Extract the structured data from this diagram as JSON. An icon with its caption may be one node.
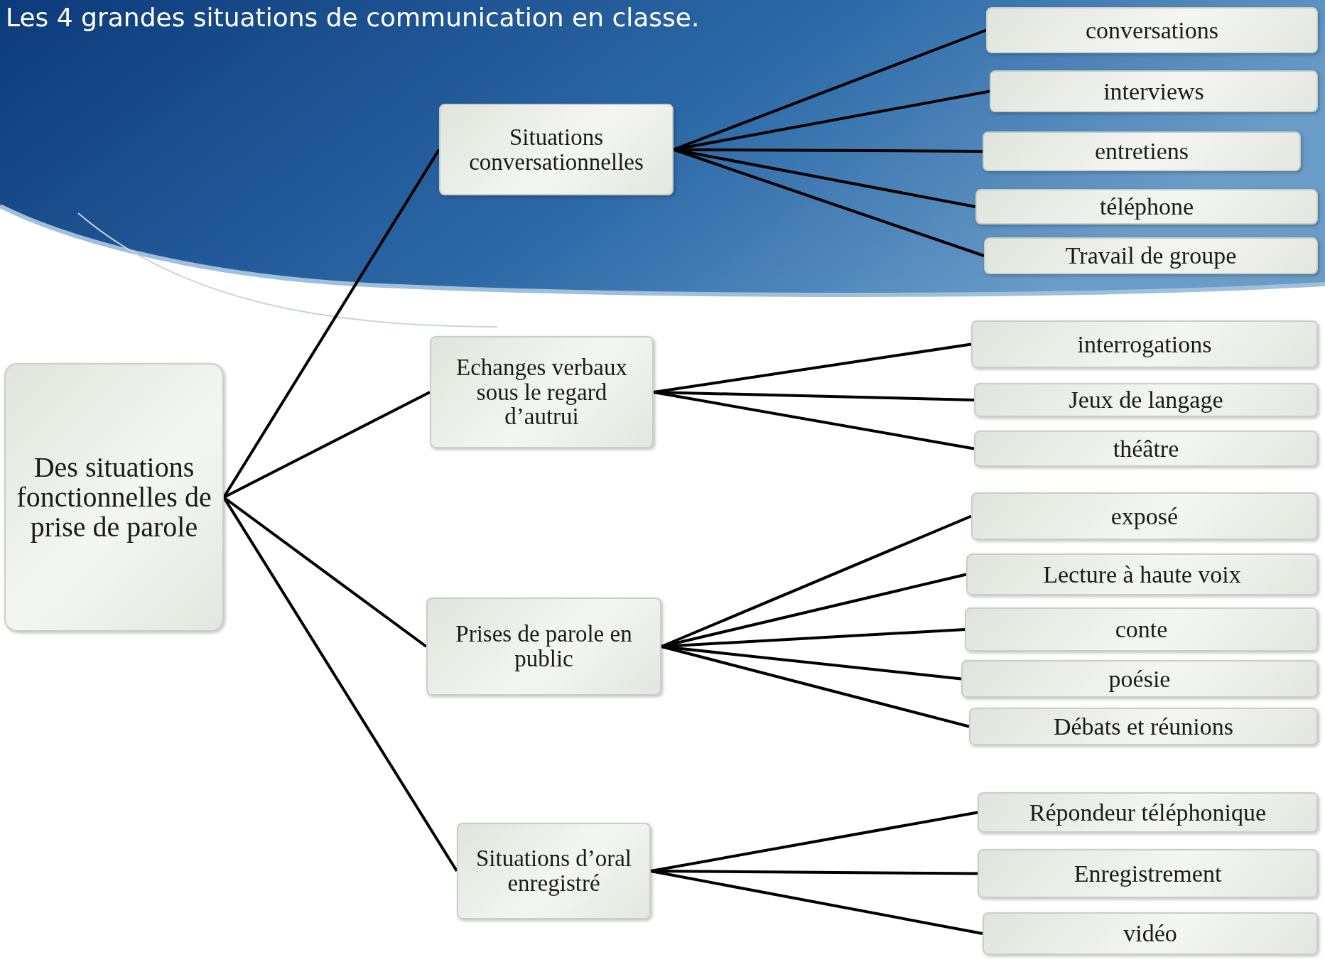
{
  "diagram": {
    "title": "Les 4 grandes situations de communication en classe.",
    "nodes": [
      {
        "text": [
          "Des situations fonctionnelles de prise de parole"
        ]
      },
      {
        "text": [
          "Situations conversationnelles"
        ]
      },
      {
        "text": [
          "Echanges verbaux sous le regard d’autrui"
        ]
      },
      {
        "text": [
          "Prises de parole en public"
        ]
      },
      {
        "text": [
          "Situations d’oral enregistré"
        ]
      },
      {
        "text": [
          "conversations"
        ]
      },
      {
        "text": [
          "interviews"
        ]
      },
      {
        "text": [
          "entretiens"
        ]
      },
      {
        "text": [
          "téléphone"
        ]
      },
      {
        "text": [
          "Travail de groupe"
        ]
      },
      {
        "text": [
          "interrogations"
        ]
      },
      {
        "text": [
          "Jeux de langage"
        ]
      },
      {
        "text": [
          "théâtre"
        ]
      },
      {
        "text": [
          "exposé"
        ]
      },
      {
        "text": [
          "Lecture à haute voix"
        ]
      },
      {
        "text": [
          "conte"
        ]
      },
      {
        "text": [
          "poésie"
        ]
      },
      {
        "text": [
          "Débats et réunions"
        ]
      },
      {
        "text": [
          "Répondeur téléphonique"
        ]
      },
      {
        "text": [
          "Enregistrement"
        ]
      },
      {
        "text": [
          "vidéo"
        ]
      }
    ],
    "edges": [
      {
        "from": 0,
        "to": 1,
        "arrow": "none"
      },
      {
        "from": 0,
        "to": 2,
        "arrow": "none"
      },
      {
        "from": 0,
        "to": 3,
        "arrow": "none"
      },
      {
        "from": 0,
        "to": 4,
        "arrow": "none"
      },
      {
        "from": 1,
        "to": 5,
        "arrow": "none"
      },
      {
        "from": 1,
        "to": 6,
        "arrow": "none"
      },
      {
        "from": 1,
        "to": 7,
        "arrow": "none"
      },
      {
        "from": 1,
        "to": 8,
        "arrow": "none"
      },
      {
        "from": 1,
        "to": 9,
        "arrow": "none"
      },
      {
        "from": 2,
        "to": 10,
        "arrow": "none"
      },
      {
        "from": 2,
        "to": 11,
        "arrow": "none"
      },
      {
        "from": 2,
        "to": 12,
        "arrow": "none"
      },
      {
        "from": 3,
        "to": 13,
        "arrow": "none"
      },
      {
        "from": 3,
        "to": 14,
        "arrow": "none"
      },
      {
        "from": 3,
        "to": 15,
        "arrow": "none"
      },
      {
        "from": 3,
        "to": 16,
        "arrow": "none"
      },
      {
        "from": 3,
        "to": 17,
        "arrow": "none"
      },
      {
        "from": 4,
        "to": 18,
        "arrow": "none"
      },
      {
        "from": 4,
        "to": 19,
        "arrow": "none"
      },
      {
        "from": 4,
        "to": 20,
        "arrow": "none"
      }
    ]
  }
}
